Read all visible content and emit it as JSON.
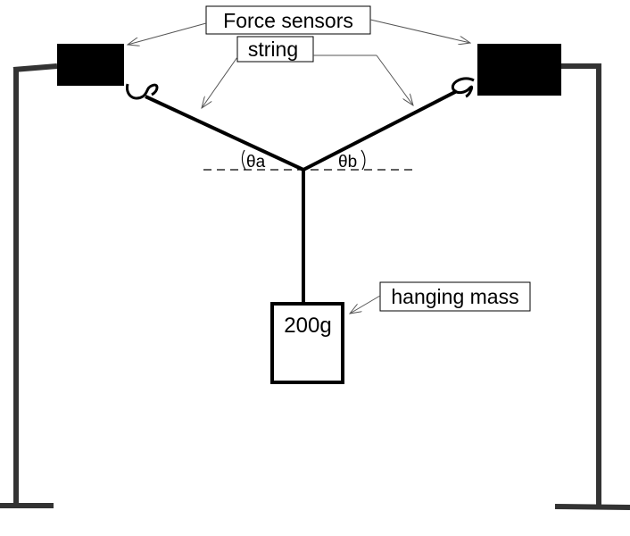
{
  "labels": {
    "force_sensors": "Force sensors",
    "string": "string",
    "hanging_mass": "hanging mass"
  },
  "angles": {
    "left": "θa",
    "right": "θb"
  },
  "mass": {
    "value": "200g"
  }
}
